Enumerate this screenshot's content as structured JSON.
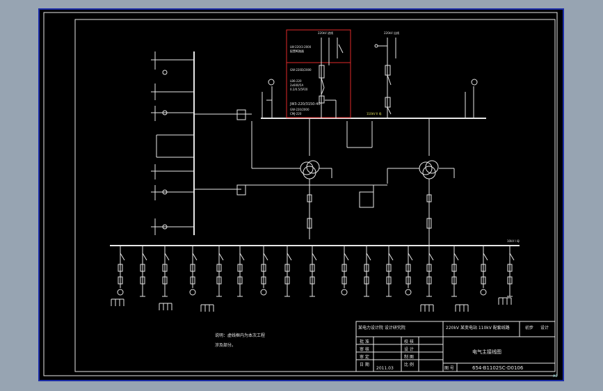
{
  "colors": {
    "app_background": "#97a4b2",
    "canvas_background": "#000000",
    "viewport_border": "#1a2ba8",
    "line_white": "#e8e8e8",
    "line_yellow": "#e6e65a",
    "line_green": "#53e04f",
    "highlight_red": "#e02a2a",
    "text_cyan": "#8fd8d8"
  },
  "drawing": {
    "note_line1": "说明：虚线框内为本次工程",
    "note_line2": "涉及部分。",
    "corner_marker": "A3"
  },
  "title_block": {
    "design_institute": "某电力设计院 设计研究院",
    "project_title": "220kV 某变电站 110kV 配套线路",
    "stage_label": "初步",
    "section_label": "设计",
    "drawing_title": "电气主接线图",
    "drawing_number_label": "图 号",
    "drawing_number": "654-B1102SC-D0106",
    "date": "2011.03",
    "rows": [
      {
        "left": "批 准",
        "right": "校 核"
      },
      {
        "left": "审 核",
        "right": "设 计"
      },
      {
        "left": "审 定",
        "right": "制 图"
      },
      {
        "left": "日 期",
        "right": "比 例"
      }
    ]
  },
  "labels": {
    "top_feeder_1": "220kV 进线",
    "top_feeder_2": "220kV 出线",
    "busbar_label": "110kV II 母",
    "right_bus_label": "10kV I 母"
  }
}
